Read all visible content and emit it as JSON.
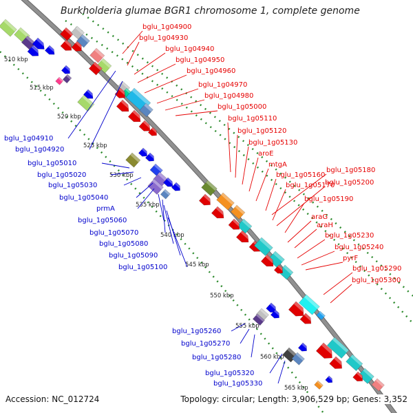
{
  "title": "Burkholderia glumae BGR1 chromosome 1, complete genome",
  "footer": {
    "accession": "Accession: NC_012724",
    "summary": "Topology: circular; Length: 3,906,529 bp; Genes: 3,352"
  },
  "colors": {
    "backbone": "#909090",
    "axis": "#2e8b2e",
    "forward_label": "#e60000",
    "reverse_label": "#0000cc"
  },
  "scale_ticks": [
    "510 kbp",
    "515 kbp",
    "520 kbp",
    "525 kbp",
    "530 kbp",
    "535 kbp",
    "540 kbp",
    "545 kbp",
    "550 kbp",
    "555 kbp",
    "560 kbp",
    "565 kbp"
  ],
  "forward_labels": [
    "bglu_1g04900",
    "bglu_1g04930",
    "bglu_1g04940",
    "bglu_1g04950",
    "bglu_1g04960",
    "bglu_1g04970",
    "bglu_1g04980",
    "bglu_1g05000",
    "bglu_1g05110",
    "bglu_1g05120",
    "bglu_1g05130",
    "aroE",
    "mtgA",
    "bglu_1g05160",
    "bglu_1g05180",
    "bglu_1g05170",
    "bglu_1g05200",
    "bglu_1g05190",
    "araG",
    "araH",
    "bglu_1g05230",
    "bglu_1g05240",
    "pyrF",
    "bglu_1g05290",
    "bglu_1g05300"
  ],
  "reverse_labels": [
    "bglu_1g04910",
    "bglu_1g04920",
    "bglu_1g05010",
    "bglu_1g05020",
    "bglu_1g05030",
    "bglu_1g05040",
    "prmA",
    "bglu_1g05060",
    "bglu_1g05070",
    "bglu_1g05080",
    "bglu_1g05090",
    "bglu_1g05100",
    "bglu_1g05260",
    "bglu_1g05270",
    "bglu_1g05280",
    "bglu_1g05320",
    "bglu_1g05330"
  ]
}
